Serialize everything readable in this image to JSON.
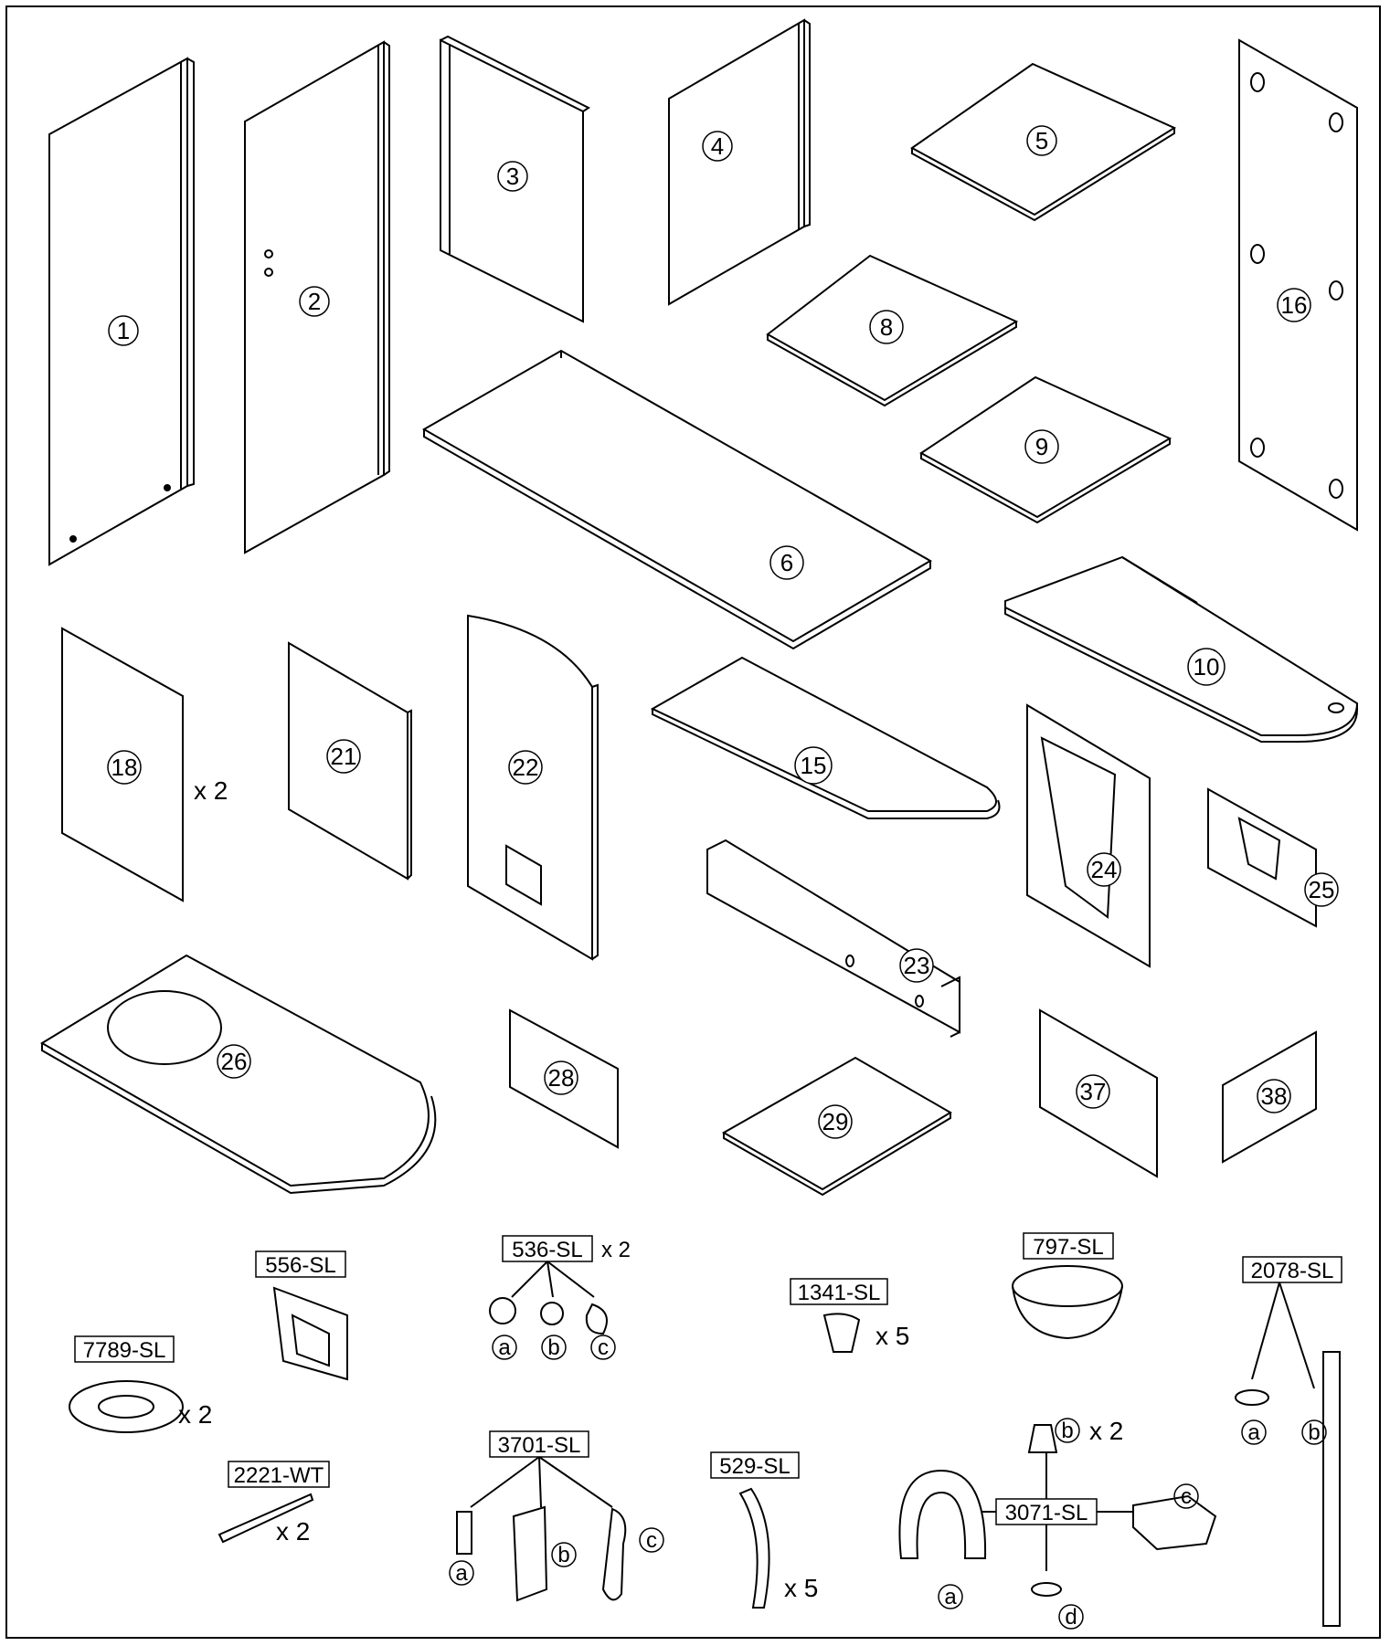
{
  "panels": [
    {
      "id": "p1",
      "number": "1"
    },
    {
      "id": "p2",
      "number": "2"
    },
    {
      "id": "p3",
      "number": "3"
    },
    {
      "id": "p4",
      "number": "4"
    },
    {
      "id": "p5",
      "number": "5"
    },
    {
      "id": "p6",
      "number": "6"
    },
    {
      "id": "p8",
      "number": "8"
    },
    {
      "id": "p9",
      "number": "9"
    },
    {
      "id": "p10",
      "number": "10"
    },
    {
      "id": "p15",
      "number": "15"
    },
    {
      "id": "p16",
      "number": "16"
    },
    {
      "id": "p18",
      "number": "18",
      "quantity": "x 2"
    },
    {
      "id": "p21",
      "number": "21"
    },
    {
      "id": "p22",
      "number": "22"
    },
    {
      "id": "p23",
      "number": "23"
    },
    {
      "id": "p24",
      "number": "24"
    },
    {
      "id": "p25",
      "number": "25"
    },
    {
      "id": "p26",
      "number": "26"
    },
    {
      "id": "p28",
      "number": "28"
    },
    {
      "id": "p29",
      "number": "29"
    },
    {
      "id": "p37",
      "number": "37"
    },
    {
      "id": "p38",
      "number": "38"
    }
  ],
  "hardware": {
    "h556": {
      "code": "556-SL"
    },
    "h536": {
      "code": "536-SL",
      "quantity": "x 2",
      "subparts": [
        "a",
        "b",
        "c"
      ]
    },
    "h1341": {
      "code": "1341-SL",
      "quantity": "x 5"
    },
    "h797": {
      "code": "797-SL"
    },
    "h2078": {
      "code": "2078-SL",
      "subparts": [
        "a",
        "b"
      ]
    },
    "h7789": {
      "code": "7789-SL",
      "quantity": "x 2"
    },
    "h2221": {
      "code": "2221-WT",
      "quantity": "x 2"
    },
    "h3701": {
      "code": "3701-SL",
      "subparts": [
        "a",
        "b",
        "c"
      ]
    },
    "h529": {
      "code": "529-SL",
      "quantity": "x 5"
    },
    "h3071": {
      "code": "3071-SL",
      "subparts": [
        "a",
        "b",
        "c",
        "d"
      ],
      "b_quantity": "x 2"
    }
  }
}
